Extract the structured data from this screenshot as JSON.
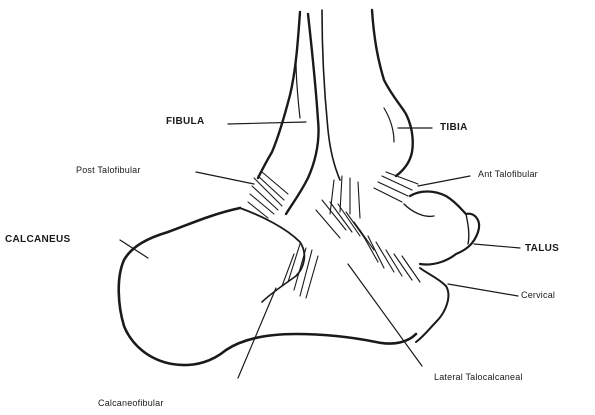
{
  "labels": {
    "fibula": "FIBULA",
    "tibia": "TIBIA",
    "post_talofibular": "Post Talofibular",
    "ant_talofibular": "Ant Talofibular",
    "calcaneus": "CALCANEUS",
    "talus": "TALUS",
    "cervical": "Cervical",
    "calcaneofibular": "Calcaneofibular",
    "lateral_talocalcaneal": "Lateral Talocalcaneal"
  },
  "colors": {
    "ink": "#1a1a1a",
    "background": "#ffffff"
  }
}
